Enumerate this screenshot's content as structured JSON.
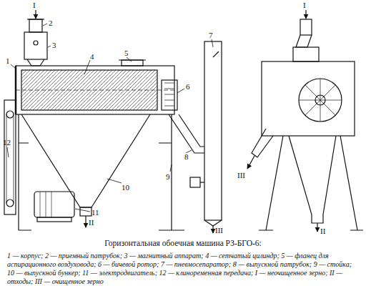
{
  "diagram": {
    "title": "Горизонтальная обоечная машина РЗ-БГО-6:",
    "caption": "1 — корпус; 2 — приемный патрубок; 3 — магнитный аппарат; 4 — сетчатый цилиндр; 5 — фланец для аспирационного воздуховода; 6 — бичевой ротор; 7 — пневмосепаратор; 8 — выпускной патрубок; 9 — стойка; 10 — выпускной бункер; 11 — электродвигатель; 12 — клиноременная передача; I — неочищенное зерно; II — отходы; III — очищенное зерно",
    "labels": [
      "I",
      "2",
      "3",
      "1",
      "4",
      "5",
      "6",
      "7",
      "8",
      "9",
      "10",
      "11",
      "12",
      "II",
      "III",
      "I",
      "III",
      "II"
    ]
  }
}
